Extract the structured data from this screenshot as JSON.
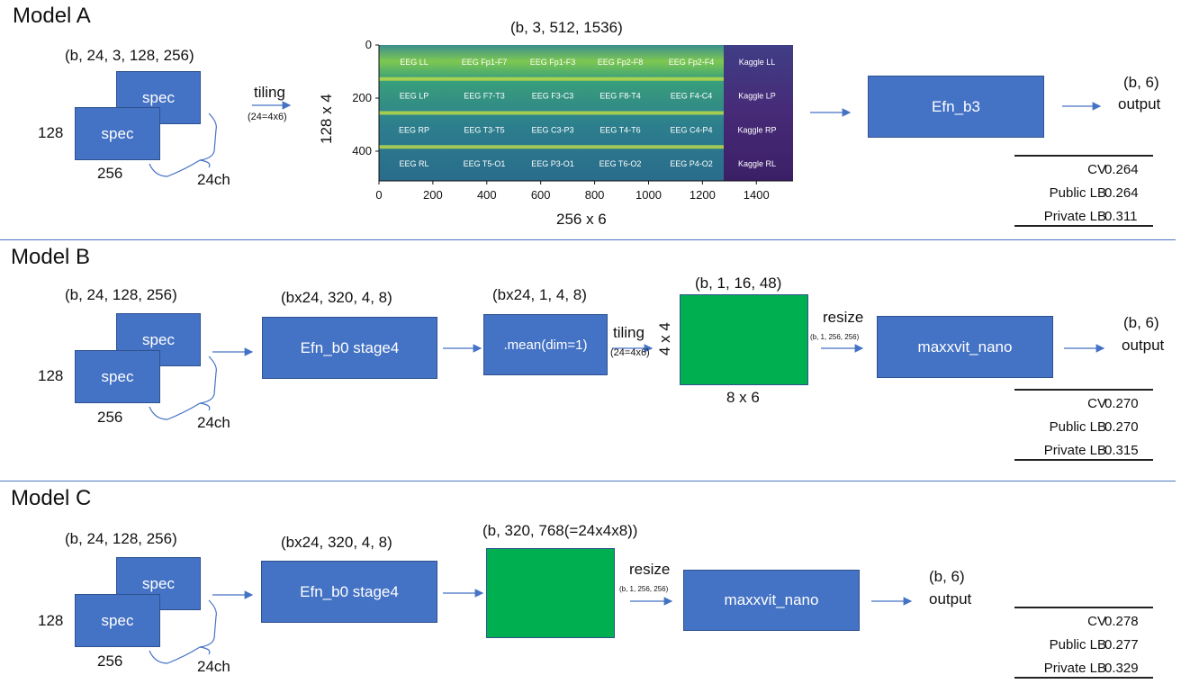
{
  "colors": {
    "box_blue": "#4472c4",
    "box_green": "#00b050",
    "arrow": "#4472c4",
    "separator": "#4a78c0"
  },
  "model_a": {
    "title": "Model A",
    "input_shape": "(b, 24, 3, 128, 256)",
    "spec": "spec",
    "dim_h": "128",
    "dim_w": "256",
    "channels": "24ch",
    "tiling": "tiling",
    "tiling_note": "(24=4x6)",
    "image_shape": "(b, 3, 512, 1536)",
    "y_axis_label": "128 x 4",
    "x_axis_label": "256 x 6",
    "y_ticks": [
      "0",
      "200",
      "400"
    ],
    "x_ticks": [
      "0",
      "200",
      "400",
      "600",
      "800",
      "1000",
      "1200",
      "1400"
    ],
    "tile_rows": [
      [
        "EEG LL",
        "EEG Fp1-F7",
        "EEG Fp1-F3",
        "EEG Fp2-F8",
        "EEG Fp2-F4",
        "Kaggle LL"
      ],
      [
        "EEG LP",
        "EEG F7-T3",
        "EEG F3-C3",
        "EEG F8-T4",
        "EEG F4-C4",
        "Kaggle LP"
      ],
      [
        "EEG RP",
        "EEG T3-T5",
        "EEG C3-P3",
        "EEG T4-T6",
        "EEG C4-P4",
        "Kaggle RP"
      ],
      [
        "EEG RL",
        "EEG T5-O1",
        "EEG P3-O1",
        "EEG T6-O2",
        "EEG P4-O2",
        "Kaggle RL"
      ]
    ],
    "model_box": "Efn_b3",
    "output_shape": "(b, 6)",
    "output_label": "output",
    "scores": [
      {
        "k": "CV",
        "v": "0.264"
      },
      {
        "k": "Public LB",
        "v": "0.264"
      },
      {
        "k": "Private LB",
        "v": "0.311"
      }
    ]
  },
  "model_b": {
    "title": "Model B",
    "input_shape": "(b, 24, 128, 256)",
    "spec": "spec",
    "dim_h": "128",
    "dim_w": "256",
    "channels": "24ch",
    "stage_shape": "(bx24, 320, 4, 8)",
    "stage_box": "Efn_b0 stage4",
    "mean_shape": "(bx24, 1, 4, 8)",
    "mean_box": ".mean(dim=1)",
    "tiling": "tiling",
    "tiling_note": "(24=4x6)",
    "grid_shape": "(b, 1, 16, 48)",
    "grid_h": "4 x 4",
    "grid_w": "8 x 6",
    "resize": "resize",
    "resize_note": "(b, 1, 256, 256)",
    "model_box": "maxxvit_nano",
    "output_shape": "(b, 6)",
    "output_label": "output",
    "scores": [
      {
        "k": "CV",
        "v": "0.270"
      },
      {
        "k": "Public LB",
        "v": "0.270"
      },
      {
        "k": "Private LB",
        "v": "0.315"
      }
    ]
  },
  "model_c": {
    "title": "Model C",
    "input_shape": "(b, 24, 128, 256)",
    "spec": "spec",
    "dim_h": "128",
    "dim_w": "256",
    "channels": "24ch",
    "stage_shape": "(bx24, 320, 4, 8)",
    "stage_box": "Efn_b0 stage4",
    "grid_shape": "(b, 320, 768(=24x4x8))",
    "resize": "resize",
    "resize_note": "(b, 1, 256, 256)",
    "model_box": "maxxvit_nano",
    "output_shape": "(b, 6)",
    "output_label": "output",
    "scores": [
      {
        "k": "CV",
        "v": "0.278"
      },
      {
        "k": "Public LB",
        "v": "0.277"
      },
      {
        "k": "Private LB",
        "v": "0.329"
      }
    ]
  }
}
